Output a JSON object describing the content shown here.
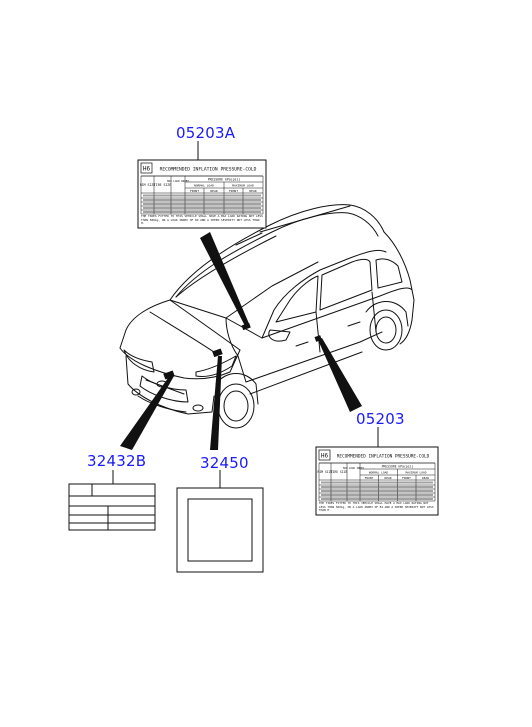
{
  "callouts": {
    "label_05203A": "05203A",
    "label_05203": "05203",
    "label_32432B": "32432B",
    "label_32450": "32450"
  },
  "tire_label": {
    "model": "H6",
    "title": "RECOMMENDED INFLATION PRESSURE-COLD",
    "col_rim": "RIM SIZE",
    "col_tire": "TIRE SIZE",
    "col_max": "MAX LOAD INDEX",
    "col_pressure": "PRESSURE kPa(psi)",
    "col_normal": "NORMAL LOAD",
    "col_maximum": "MAXIMUM LOAD",
    "col_front": "FRONT",
    "col_rear": "REAR",
    "footnote": "THE TIRES FITTED TO THIS VEHICLE SHALL HAVE A MAX LOAD RATING NOT LESS THAN 500kg, OR A LOAD INDEX OF 84 AND A SPEED SEVERITY NOT LESS THAN H."
  },
  "colors": {
    "callout_text": "#1a1aff",
    "line": "#111111"
  }
}
